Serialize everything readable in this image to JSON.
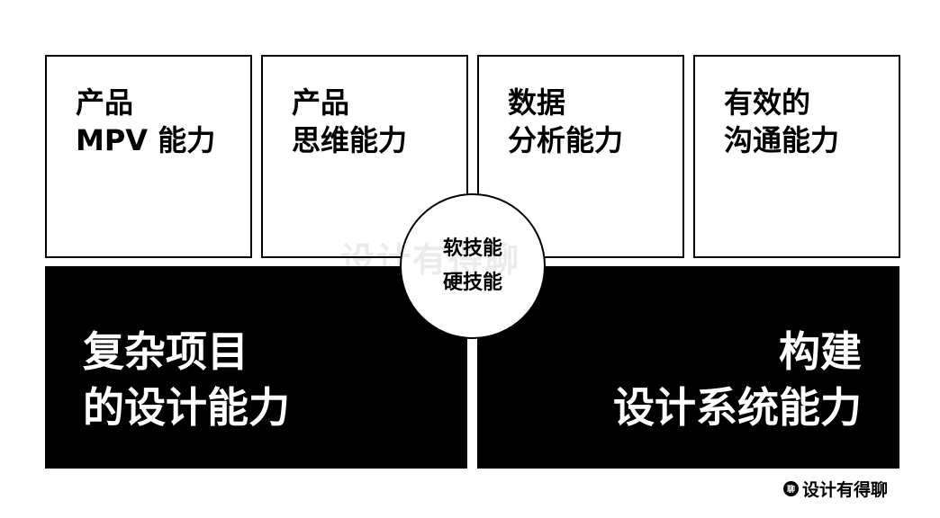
{
  "soft_skills": [
    {
      "line1": "产品",
      "line2": "MPV 能力"
    },
    {
      "line1": "产品",
      "line2": "思维能力"
    },
    {
      "line1": "数据",
      "line2": "分析能力"
    },
    {
      "line1": "有效的",
      "line2": "沟通能力"
    }
  ],
  "hard_skills": [
    {
      "line1": "复杂项目",
      "line2": "的设计能力"
    },
    {
      "line1": "构建",
      "line2": "设计系统能力"
    }
  ],
  "center": {
    "top": "软技能",
    "bottom": "硬技能"
  },
  "watermark": "设计有得聊",
  "logo": {
    "icon_char": "聊",
    "text": "设计有得聊"
  }
}
